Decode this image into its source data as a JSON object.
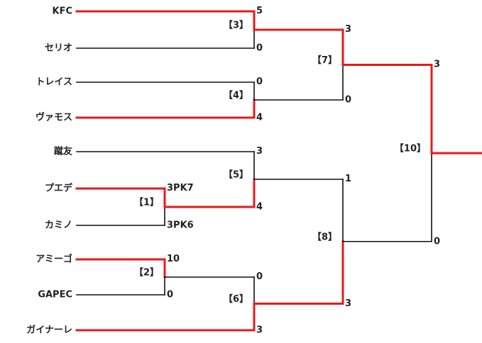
{
  "colors": {
    "winner": "#e8191c",
    "loser": "#111111"
  },
  "teams": [
    {
      "id": "t1",
      "name": "KFC"
    },
    {
      "id": "t2",
      "name": "セリオ"
    },
    {
      "id": "t3",
      "name": "トレイス"
    },
    {
      "id": "t4",
      "name": "ヴァモス"
    },
    {
      "id": "t5",
      "name": "蹴友"
    },
    {
      "id": "t6",
      "name": "プエデ"
    },
    {
      "id": "t7",
      "name": "カミノ"
    },
    {
      "id": "t8",
      "name": "アミーゴ"
    },
    {
      "id": "t9",
      "name": "GAPEC"
    },
    {
      "id": "t10",
      "name": "ガイナーレ"
    }
  ],
  "matches": [
    {
      "id": "m1",
      "label": "【1】",
      "top_score": "3PK7",
      "bottom_score": "3PK6",
      "winner": "top"
    },
    {
      "id": "m2",
      "label": "【2】",
      "top_score": "10",
      "bottom_score": "0",
      "winner": "top"
    },
    {
      "id": "m3",
      "label": "【3】",
      "top_score": "5",
      "bottom_score": "0",
      "winner": "top"
    },
    {
      "id": "m4",
      "label": "【4】",
      "top_score": "0",
      "bottom_score": "4",
      "winner": "bottom"
    },
    {
      "id": "m5",
      "label": "【5】",
      "top_score": "3",
      "bottom_score": "4",
      "winner": "bottom"
    },
    {
      "id": "m6",
      "label": "【6】",
      "top_score": "0",
      "bottom_score": "3",
      "winner": "bottom"
    },
    {
      "id": "m7",
      "label": "【7】",
      "top_score": "3",
      "bottom_score": "0",
      "winner": "top"
    },
    {
      "id": "m8",
      "label": "【8】",
      "top_score": "1",
      "bottom_score": "3",
      "winner": "bottom"
    },
    {
      "id": "m10",
      "label": "【10】",
      "top_score": "3",
      "bottom_score": "0",
      "winner": "top"
    }
  ]
}
